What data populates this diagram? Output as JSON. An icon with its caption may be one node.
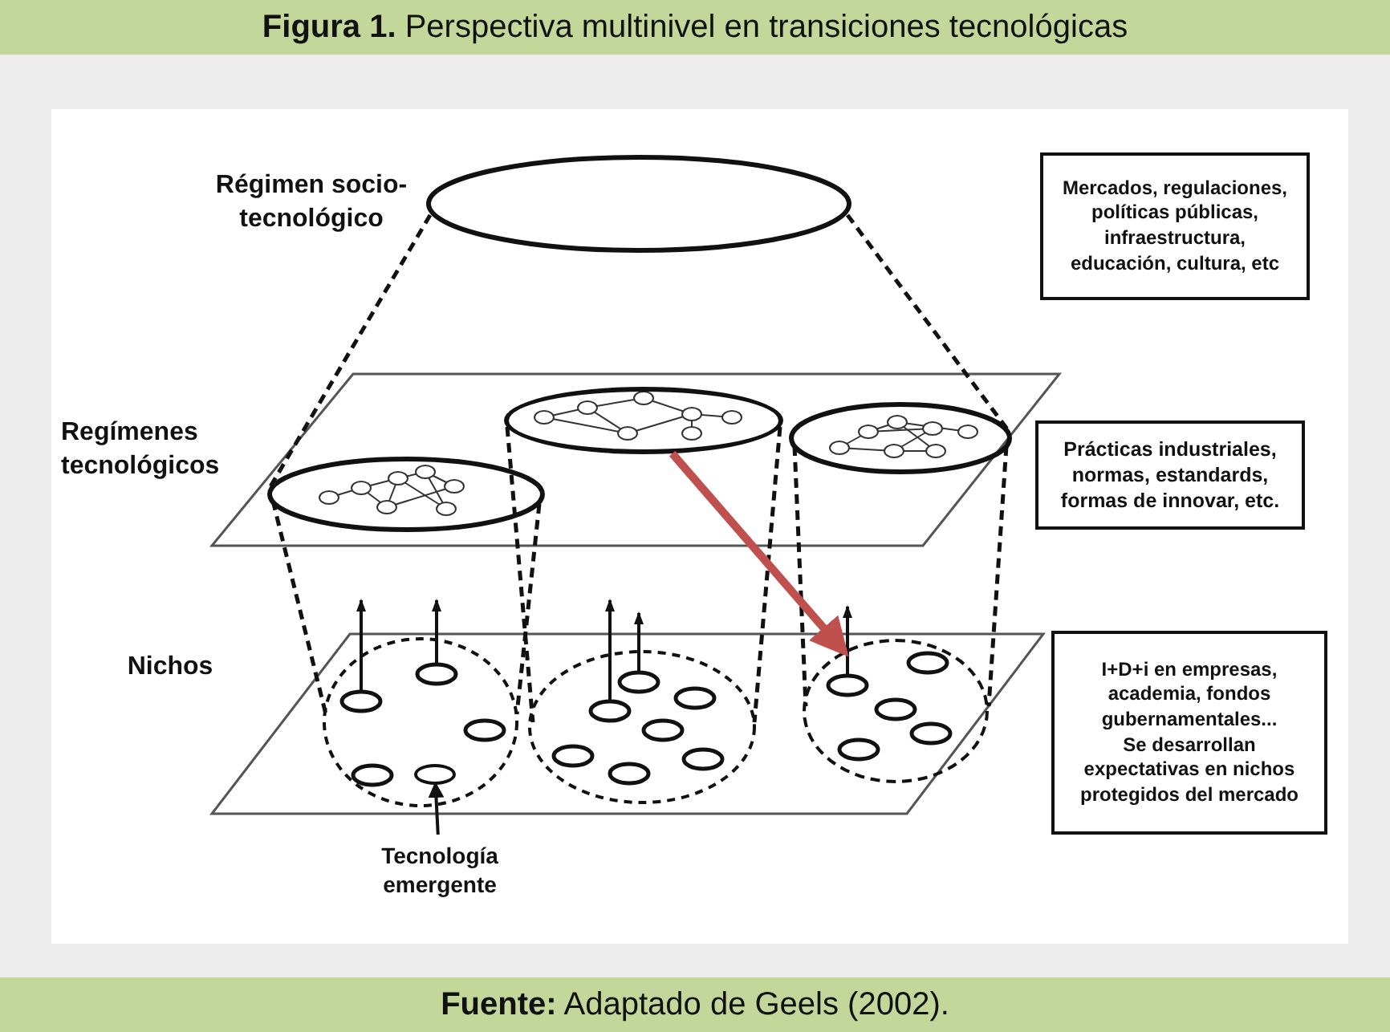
{
  "diagram": {
    "title": "**Figura 1.** Perspectiva multinivel en transiciones tecnológicas",
    "caption": "**Fuente:** Adaptado de Geels (2002).",
    "nodes": [
      {
        "text": [
          "Régimen socio-tecnológico"
        ]
      },
      {
        "text": [
          "Mercados, regulaciones, políticas públicas, infraestructura, educación, cultura, etc"
        ]
      },
      {
        "text": [
          "Regímenes tecnológicos"
        ]
      },
      {
        "text": [
          "Prácticas industriales, normas, estandards, formas de innovar, etc."
        ]
      },
      {
        "text": [
          "Nichos"
        ]
      },
      {
        "text": [
          "I+D+i en empresas, academia, fondos gubernamentales...",
          "Se desarrollan expectativas en nichos protegidos del mercado"
        ]
      },
      {
        "text": [
          "Tecnología emergente"
        ]
      },
      {
        "text": [],
        "shape": "ellipse"
      },
      {
        "text": [],
        "shape": "ellipse"
      },
      {
        "text": [],
        "shape": "ellipse"
      }
    ],
    "edges": [
      {
        "from": 7,
        "to": 8,
        "arrow": "to",
        "style": "thick",
        "color": "#c0504d"
      },
      {
        "from": 6,
        "to": 9,
        "arrow": "to",
        "color": "#111111"
      }
    ]
  }
}
